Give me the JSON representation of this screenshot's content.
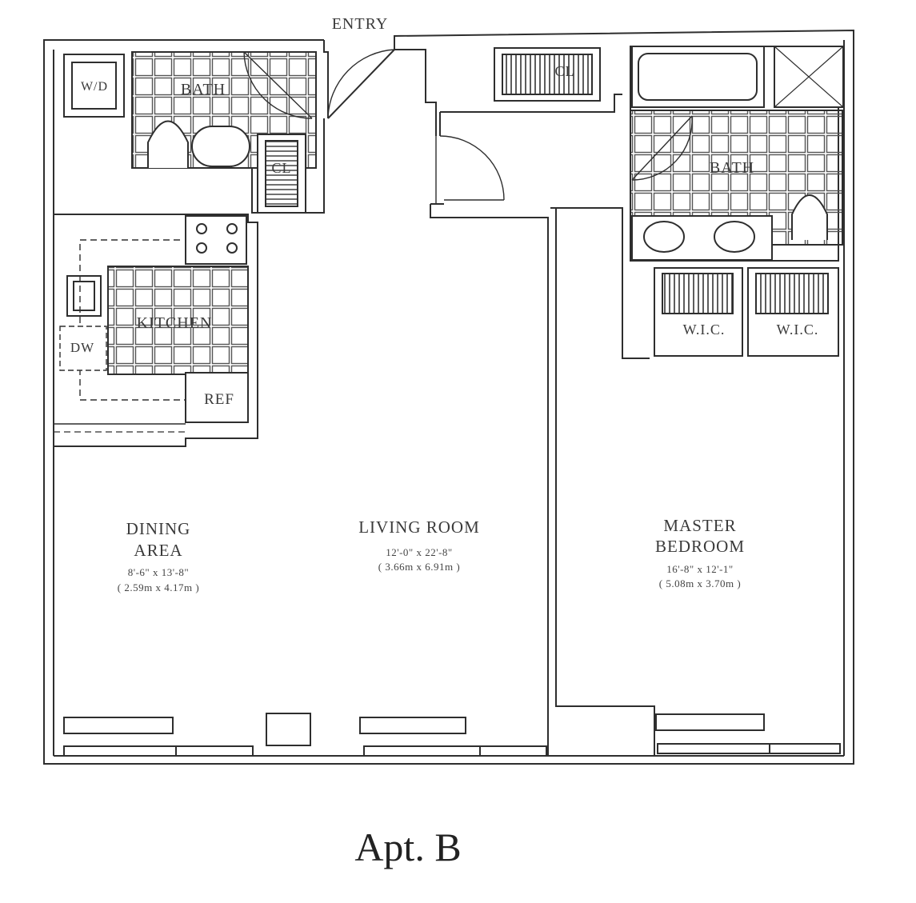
{
  "title": "Apt. B",
  "labels": {
    "entry": "ENTRY",
    "wd": "W/D",
    "bath1": "BATH",
    "cl1": "CL",
    "cl2": "CL",
    "bath2": "BATH",
    "wic1": "W.I.C.",
    "wic2": "W.I.C.",
    "kitchen": "KITCHEN",
    "dw": "DW",
    "ref": "REF"
  },
  "rooms": {
    "dining": {
      "name_line1": "DINING",
      "name_line2": "AREA",
      "dim_imperial": "8'-6\" x 13'-8\"",
      "dim_metric": "( 2.59m x 4.17m )"
    },
    "living": {
      "name": "LIVING ROOM",
      "dim_imperial": "12'-0\" x 22'-8\"",
      "dim_metric": "( 3.66m x 6.91m )"
    },
    "master": {
      "name_line1": "MASTER",
      "name_line2": "BEDROOM",
      "dim_imperial": "16'-8\" x 12'-1\"",
      "dim_metric": "( 5.08m x 3.70m )"
    }
  },
  "colors": {
    "line": "#2e2e2e",
    "tile": "#555555",
    "background": "#ffffff"
  }
}
